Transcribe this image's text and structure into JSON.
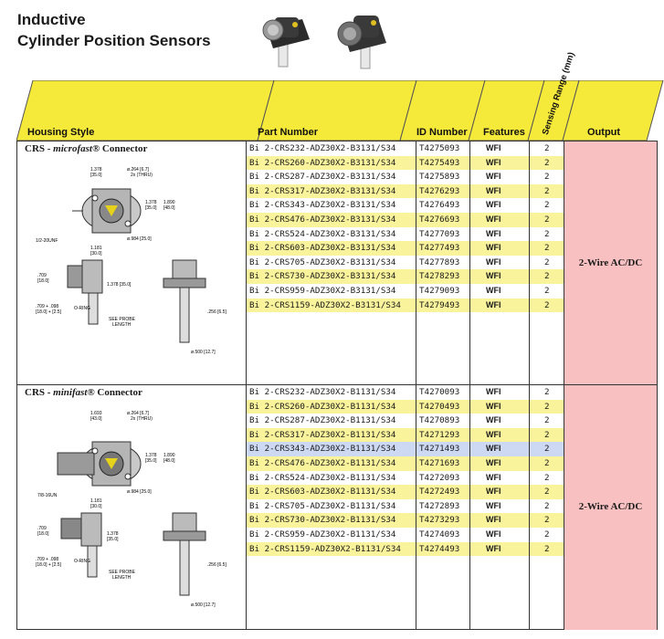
{
  "title": {
    "line1": "Inductive",
    "line2": "Cylinder Position Sensors"
  },
  "header": {
    "housing_style": "Housing Style",
    "part_number": "Part Number",
    "id_number": "ID Number",
    "features": "Features",
    "sensing_range": "Sensing Range (mm)",
    "output": "Output"
  },
  "sections": [
    {
      "housing_prefix": "CRS - ",
      "housing_italic": "microfast",
      "housing_suffix": "® Connector",
      "output": "2-Wire AC/DC",
      "drawing_labels": {
        "d1": "1.378\n[35.0]",
        "d2": "ø.264 [6.7]\n2x (THRU)",
        "d3": "1.378\n[35.0]",
        "d4": "1.890\n[48.0]",
        "d5": "1/2-20UNF",
        "d6": "1.181\n[30.0]",
        "d7": "ø.984 [25.0]",
        "d8": ".709\n[18.0]",
        "d9": "1.378 [35.0]",
        "d10": ".709 + .098\n[18.0] + [2.5]",
        "d11": "O-RING",
        "d12": "SEE PROBE\nLENGTH",
        "d13": ".256 [6.5]",
        "d14": "ø.500 [12.7]"
      },
      "rows": [
        {
          "part": "Bi 2-CRS232-ADZ30X2-B3131/S34",
          "id": "T4275093",
          "features": "WFI",
          "range": "2"
        },
        {
          "part": "Bi 2-CRS260-ADZ30X2-B3131/S34",
          "id": "T4275493",
          "features": "WFI",
          "range": "2"
        },
        {
          "part": "Bi 2-CRS287-ADZ30X2-B3131/S34",
          "id": "T4275893",
          "features": "WFI",
          "range": "2"
        },
        {
          "part": "Bi 2-CRS317-ADZ30X2-B3131/S34",
          "id": "T4276293",
          "features": "WFI",
          "range": "2"
        },
        {
          "part": "Bi 2-CRS343-ADZ30X2-B3131/S34",
          "id": "T4276493",
          "features": "WFI",
          "range": "2"
        },
        {
          "part": "Bi 2-CRS476-ADZ30X2-B3131/S34",
          "id": "T4276693",
          "features": "WFI",
          "range": "2"
        },
        {
          "part": "Bi 2-CRS524-ADZ30X2-B3131/S34",
          "id": "T4277093",
          "features": "WFI",
          "range": "2"
        },
        {
          "part": "Bi 2-CRS603-ADZ30X2-B3131/S34",
          "id": "T4277493",
          "features": "WFI",
          "range": "2"
        },
        {
          "part": "Bi 2-CRS705-ADZ30X2-B3131/S34",
          "id": "T4277893",
          "features": "WFI",
          "range": "2"
        },
        {
          "part": "Bi 2-CRS730-ADZ30X2-B3131/S34",
          "id": "T4278293",
          "features": "WFI",
          "range": "2"
        },
        {
          "part": "Bi 2-CRS959-ADZ30X2-B3131/S34",
          "id": "T4279093",
          "features": "WFI",
          "range": "2"
        },
        {
          "part": "Bi 2-CRS1159-ADZ30X2-B3131/S34",
          "id": "T4279493",
          "features": "WFI",
          "range": "2"
        }
      ]
    },
    {
      "housing_prefix": "CRS - ",
      "housing_italic": "minifast",
      "housing_suffix": "® Connector",
      "output": "2-Wire AC/DC",
      "drawing_labels": {
        "d1": "1.693\n[43.0]",
        "d2": "ø.264 [6.7]\n2x (THRU)",
        "d3": "1.378\n[35.0]",
        "d4": "1.890\n[48.0]",
        "d5": "7/8-16UN",
        "d6": "1.181\n[30.0]",
        "d7": "ø.984 [25.0]",
        "d8": ".709\n[18.0]",
        "d9": "1.378\n[35.0]",
        "d10": ".709 + .098\n[18.0] + [2.5]",
        "d11": "O-RING",
        "d12": "SEE PROBE\nLENGTH",
        "d13": ".256 [6.5]",
        "d14": "ø.500 [12.7]"
      },
      "rows": [
        {
          "part": "Bi 2-CRS232-ADZ30X2-B1131/S34",
          "id": "T4270093",
          "features": "WFI",
          "range": "2"
        },
        {
          "part": "Bi 2-CRS260-ADZ30X2-B1131/S34",
          "id": "T4270493",
          "features": "WFI",
          "range": "2"
        },
        {
          "part": "Bi 2-CRS287-ADZ30X2-B1131/S34",
          "id": "T4270893",
          "features": "WFI",
          "range": "2"
        },
        {
          "part": "Bi 2-CRS317-ADZ30X2-B1131/S34",
          "id": "T4271293",
          "features": "WFI",
          "range": "2"
        },
        {
          "part": "Bi 2-CRS343-ADZ30X2-B1131/S34",
          "id": "T4271493",
          "features": "WFI",
          "range": "2"
        },
        {
          "part": "Bi 2-CRS476-ADZ30X2-B1131/S34",
          "id": "T4271693",
          "features": "WFI",
          "range": "2"
        },
        {
          "part": "Bi 2-CRS524-ADZ30X2-B1131/S34",
          "id": "T4272093",
          "features": "WFI",
          "range": "2"
        },
        {
          "part": "Bi 2-CRS603-ADZ30X2-B1131/S34",
          "id": "T4272493",
          "features": "WFI",
          "range": "2"
        },
        {
          "part": "Bi 2-CRS705-ADZ30X2-B1131/S34",
          "id": "T4272893",
          "features": "WFI",
          "range": "2"
        },
        {
          "part": "Bi 2-CRS730-ADZ30X2-B1131/S34",
          "id": "T4273293",
          "features": "WFI",
          "range": "2"
        },
        {
          "part": "Bi 2-CRS959-ADZ30X2-B1131/S34",
          "id": "T4274093",
          "features": "WFI",
          "range": "2"
        },
        {
          "part": "Bi 2-CRS1159-ADZ30X2-B1131/S34",
          "id": "T4274493",
          "features": "WFI",
          "range": "2"
        }
      ]
    }
  ],
  "colors": {
    "header_yellow": "#f5e93a",
    "row_highlight": "#f9f39b",
    "output_pink": "#f8c0c0",
    "selected_row": "#cdd9f2"
  }
}
